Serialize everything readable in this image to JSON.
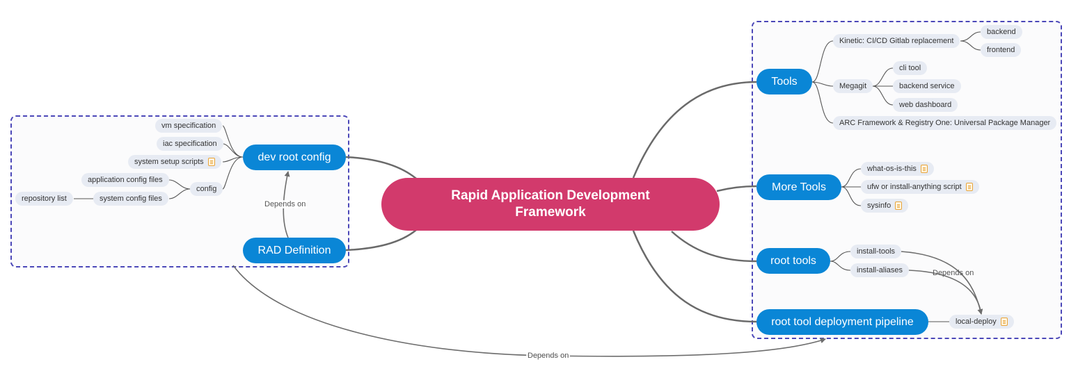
{
  "central_topic": [
    "Rapid Application Development",
    "Framework"
  ],
  "left": {
    "dev_root_config": {
      "label": "dev root config",
      "children": {
        "vm_spec": "vm specification",
        "iac_spec": "iac specification",
        "system_setup": "system setup scripts",
        "config": "config",
        "app_config": "application config files",
        "system_config": "system config files",
        "repo_list": "repository list"
      }
    },
    "rad_definition": {
      "label": "RAD Definition"
    }
  },
  "right": {
    "tools": {
      "label": "Tools",
      "kinetic": "Kinetic: CI/CD Gitlab replacement",
      "backend": "backend",
      "frontend": "frontend",
      "megagit": "Megagit",
      "cli_tool": "cli tool",
      "backend_service": "backend service",
      "web_dashboard": "web dashboard",
      "arc": "ARC Framework & Registry One: Universal Package Manager"
    },
    "more_tools": {
      "label": "More Tools",
      "what_os": "what-os-is-this",
      "ufw": "ufw or install-anything script",
      "sysinfo": "sysinfo"
    },
    "root_tools": {
      "label": "root tools",
      "install_tools": "install-tools",
      "install_aliases": "install-aliases"
    },
    "pipeline": {
      "label": "root tool deployment pipeline",
      "local_deploy": "local-deploy"
    }
  },
  "relationships": {
    "rad_to_dev_root": "Depends on",
    "rad_to_pipeline": "Depends on",
    "root_tools_to_local_deploy": "Depends on"
  },
  "colors": {
    "central": "#d23a6c",
    "main_topic": "#0a86d6",
    "subtopic": "#e7ebf3",
    "boundary": "#4b47b8"
  }
}
